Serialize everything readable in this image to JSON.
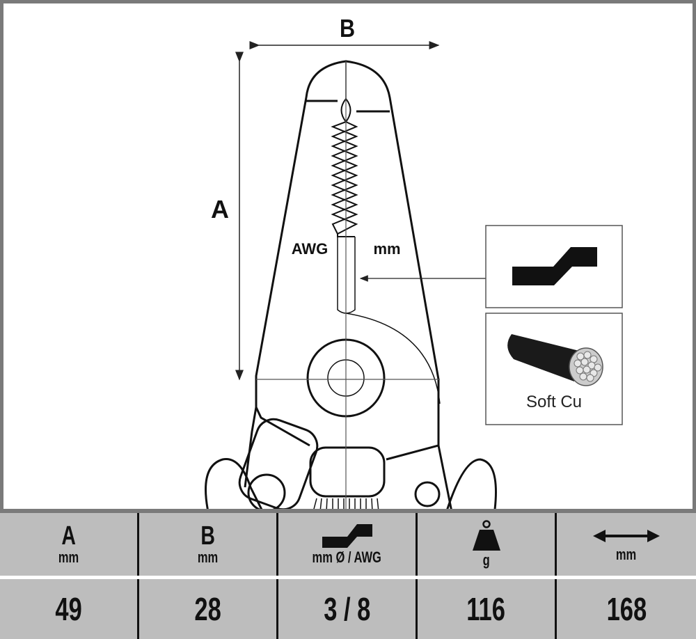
{
  "drawing": {
    "dimension_a": "A",
    "dimension_b": "B",
    "awg_label": "AWG",
    "mm_label": "mm",
    "material_label": "Soft Cu",
    "icons": [
      "strip-capacity-icon",
      "stranded-cable-icon"
    ]
  },
  "table": {
    "headers": [
      {
        "title": "A",
        "unit": "mm"
      },
      {
        "title": "B",
        "unit": "mm"
      },
      {
        "icon": "strip-capacity-icon",
        "unit": "mm Ø / AWG"
      },
      {
        "icon": "weight-icon",
        "unit": "g"
      },
      {
        "icon": "length-arrow-icon",
        "unit": "mm"
      }
    ],
    "values": [
      "49",
      "28",
      "3 / 8",
      "116",
      "168"
    ]
  }
}
